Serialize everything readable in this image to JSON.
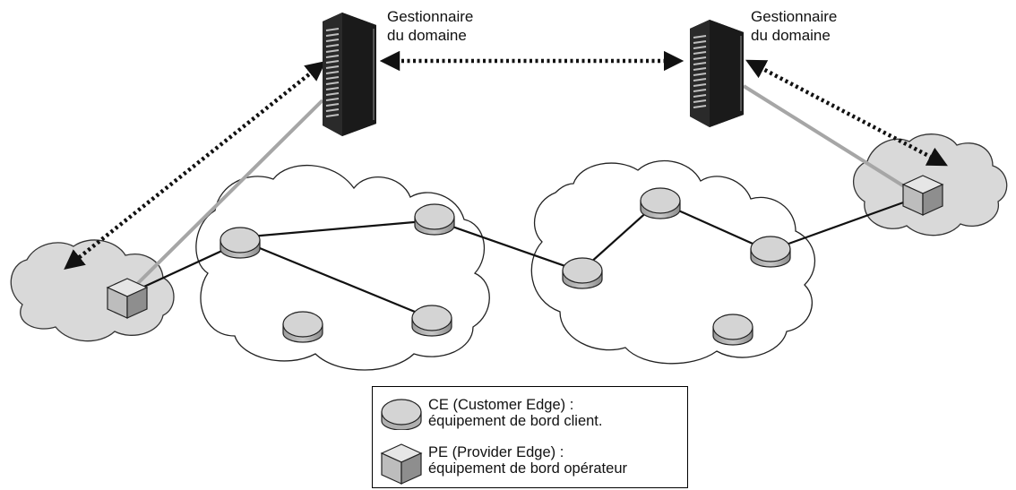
{
  "servers": [
    {
      "label_line1": "Gestionnaire",
      "label_line2": "du domaine"
    },
    {
      "label_line1": "Gestionnaire",
      "label_line2": "du domaine"
    }
  ],
  "legend": {
    "ce_title": "CE (Customer Edge) :",
    "ce_desc": "équipement de bord client.",
    "pe_title": "PE (Provider Edge) :",
    "pe_desc": "équipement de bord opérateur"
  },
  "colors": {
    "cloud_fill": "#ffffff",
    "side_cloud_fill": "#d9d9d9",
    "node_fill": "#d4d4d4",
    "management_line": "#a6a6a6",
    "server_body": "#1a1a1a"
  }
}
